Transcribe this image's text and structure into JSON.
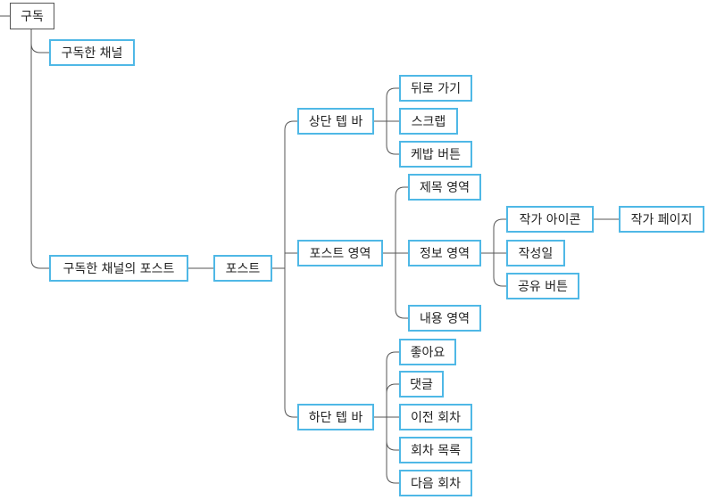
{
  "colors": {
    "node_border": "#4fb8e6",
    "root_border": "#555555",
    "edge": "#555555"
  },
  "mindmap": {
    "root": "구독",
    "subscribed_channels": "구독한 채널",
    "subscribed_posts": "구독한 채널의 포스트",
    "post": "포스트",
    "top_tab_bar": "상단 텝 바",
    "go_back": "뒤로 가기",
    "scrap": "스크랩",
    "kebab_button": "케밥 버튼",
    "post_area": "포스트 영역",
    "title_area": "제목 영역",
    "info_area": "정보 영역",
    "author_icon": "작가 아이콘",
    "author_page": "작가 페이지",
    "written_date": "작성일",
    "share_button": "공유 버튼",
    "content_area": "내용 영역",
    "bottom_tab_bar": "하단 텝 바",
    "like": "좋아요",
    "comment": "댓글",
    "prev_episode": "이전 회차",
    "episode_list": "회차 목록",
    "next_episode": "다음 회차"
  }
}
